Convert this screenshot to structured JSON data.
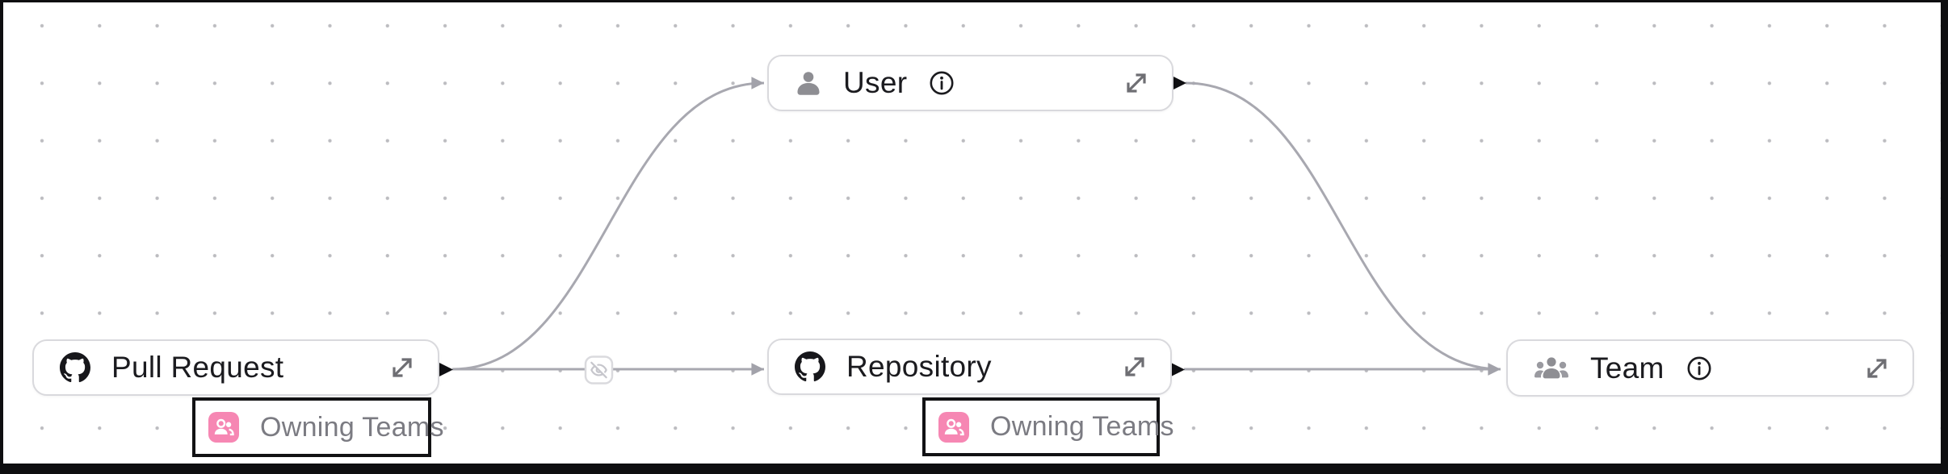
{
  "canvas": {
    "background_color": "#ffffff",
    "frame_color": "#0e0e10",
    "grid_dot_color": "#bcbcc0",
    "edge_color": "#a8a8b0",
    "source_handle_color": "#0f0f12",
    "node_border_color": "#d9d9dd"
  },
  "nodes": [
    {
      "id": "user",
      "label": "User",
      "icon": "user-icon",
      "icon_color": "#8e8e93",
      "has_info": true,
      "has_expand": true
    },
    {
      "id": "pull-request",
      "label": "Pull Request",
      "icon": "github-icon",
      "icon_color": "#17171b",
      "has_info": false,
      "has_expand": true
    },
    {
      "id": "repository",
      "label": "Repository",
      "icon": "github-icon",
      "icon_color": "#17171b",
      "has_info": false,
      "has_expand": true
    },
    {
      "id": "team",
      "label": "Team",
      "icon": "team-icon",
      "icon_color": "#8e8e93",
      "has_info": true,
      "has_expand": true
    }
  ],
  "edges": [
    {
      "from": "pull-request",
      "to": "user"
    },
    {
      "from": "pull-request",
      "to": "repository",
      "midpoint_icon": "eye-off-icon"
    },
    {
      "from": "repository",
      "to": "team"
    },
    {
      "from": "user",
      "to": "team"
    }
  ],
  "badges": [
    {
      "label": "Owning Teams",
      "icon": "owning-teams-icon",
      "icon_color": "#f687b3",
      "attached_to": "pull-request"
    },
    {
      "label": "Owning Teams",
      "icon": "owning-teams-icon",
      "icon_color": "#f687b3",
      "attached_to": "repository"
    }
  ]
}
